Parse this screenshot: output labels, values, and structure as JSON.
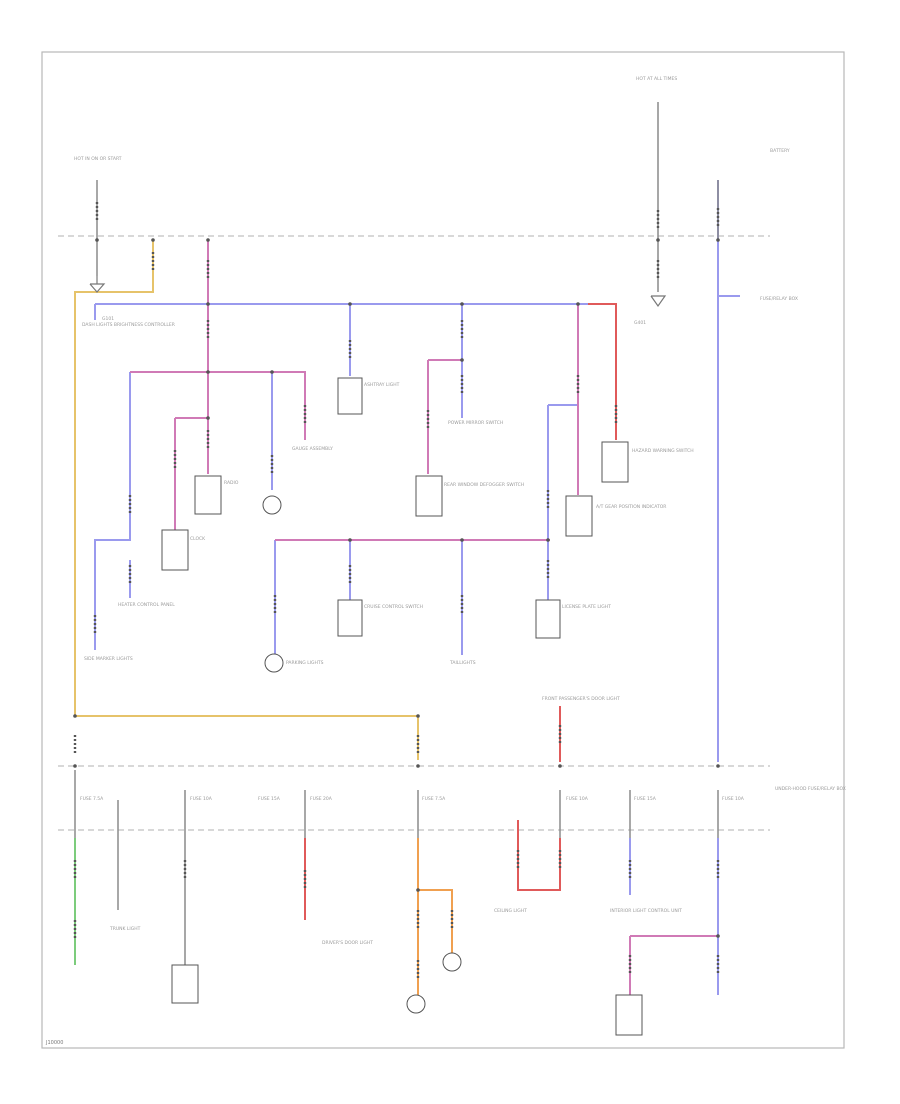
{
  "diagram": {
    "footer_code": "J10000",
    "labels": {
      "hot_at_all_times_right": "HOT AT ALL TIMES",
      "hot_in_on_left": "HOT IN ON OR START",
      "battery_fuse_note": "BATTERY",
      "underhood_fuse_box": "UNDER-HOOD FUSE/RELAY BOX",
      "fuse_relay_box_right": "FUSE/RELAY BOX",
      "ground_left": "G101",
      "ground_right": "G401",
      "fuse_1": "FUSE 7.5A",
      "fuse_2": "FUSE 10A",
      "fuse_3": "FUSE 15A",
      "fuse_4": "FUSE 20A",
      "fuse_5": "FUSE 7.5A",
      "fuse_6": "FUSE 10A",
      "fuse_7": "FUSE 15A",
      "fuse_8": "FUSE 10A",
      "comp_a": "DASH LIGHTS BRIGHTNESS CONTROLLER",
      "comp_b": "RADIO",
      "comp_c": "ASHTRAY LIGHT",
      "comp_d": "POWER MIRROR SWITCH",
      "comp_e": "REAR WINDOW DEFOGGER SWITCH",
      "comp_f": "HAZARD WARNING SWITCH",
      "comp_g": "A/T GEAR POSITION INDICATOR",
      "comp_h": "CLOCK",
      "comp_i": "GAUGE ASSEMBLY",
      "comp_j": "HEATER CONTROL PANEL",
      "comp_k": "CRUISE CONTROL SWITCH",
      "comp_l": "SIDE MARKER LIGHTS",
      "comp_m": "PARKING LIGHTS",
      "comp_n": "TAILLIGHTS",
      "comp_o": "LICENSE PLATE LIGHT",
      "comp_p": "FRONT PASSENGER'S DOOR LIGHT",
      "comp_q": "TRUNK LIGHT",
      "comp_r": "DRIVER'S DOOR LIGHT",
      "comp_s": "CEILING LIGHT",
      "comp_t": "INTERIOR LIGHT CONTROL UNIT"
    }
  }
}
